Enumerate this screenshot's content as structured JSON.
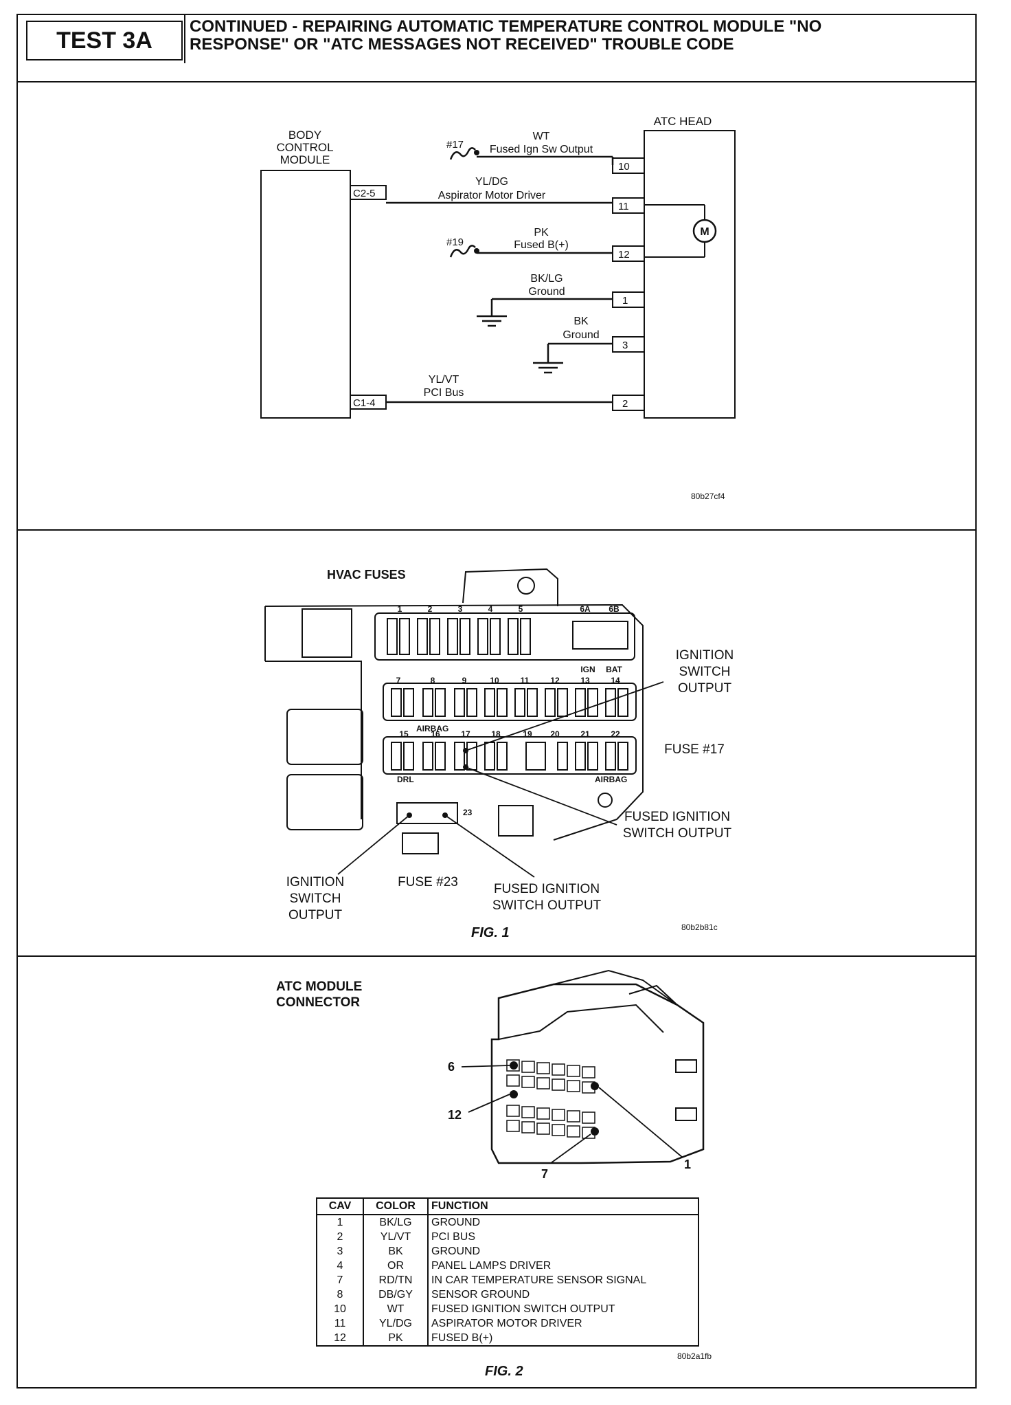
{
  "header": {
    "test_label": "TEST 3A",
    "title_line1": "CONTINUED - REPAIRING AUTOMATIC TEMPERATURE CONTROL MODULE \"NO",
    "title_line2": "RESPONSE\" OR \"ATC MESSAGES NOT RECEIVED\" TROUBLE CODE"
  },
  "schematic": {
    "bcm_label": [
      "BODY",
      "CONTROL",
      "MODULE"
    ],
    "atc_label": "ATC HEAD",
    "bcm_pins": [
      "C2-5",
      "C1-4"
    ],
    "circuits": [
      {
        "fuse": "#17",
        "color": "WT",
        "desc": "Fused Ign Sw Output",
        "pin": "10"
      },
      {
        "color": "YL/DG",
        "desc": "Aspirator Motor Driver",
        "pin": "11"
      },
      {
        "fuse": "#19",
        "color": "PK",
        "desc": "Fused B(+)",
        "pin": "12"
      },
      {
        "color": "BK/LG",
        "desc": "Ground",
        "pin": "1"
      },
      {
        "color": "BK",
        "desc": "Ground",
        "pin": "3"
      },
      {
        "color": "YL/VT",
        "desc": "PCI Bus",
        "pin": "2"
      }
    ],
    "motor_label": "M",
    "code": "80b27cf4"
  },
  "fig1": {
    "title": "HVAC FUSES",
    "row1_nums": [
      "1",
      "2",
      "3",
      "4",
      "5"
    ],
    "row1_big": [
      "6A",
      "6B"
    ],
    "row1_big_labels": [
      "IGN",
      "BAT"
    ],
    "row2_nums": [
      "7",
      "8",
      "9",
      "10",
      "11",
      "12",
      "13",
      "14"
    ],
    "row3_nums": [
      "15",
      "16",
      "17",
      "18",
      "19",
      "20",
      "21",
      "22"
    ],
    "airbag": "AIRBAG",
    "drl": "DRL",
    "fuse23_num": "23",
    "callouts": {
      "ign_sw_out_right": [
        "IGNITION",
        "SWITCH",
        "OUTPUT"
      ],
      "fuse17": "FUSE #17",
      "fused_ign_right": [
        "FUSED IGNITION",
        "SWITCH OUTPUT"
      ],
      "ign_sw_out_left": [
        "IGNITION",
        "SWITCH",
        "OUTPUT"
      ],
      "fuse23": "FUSE #23",
      "fused_ign_bottom": [
        "FUSED IGNITION",
        "SWITCH OUTPUT"
      ]
    },
    "caption": "FIG. 1",
    "code": "80b2b81c"
  },
  "fig2": {
    "title": [
      "ATC MODULE",
      "CONNECTOR"
    ],
    "pin_callouts": [
      "6",
      "12",
      "1",
      "7"
    ],
    "table": {
      "headers": [
        "CAV",
        "COLOR",
        "FUNCTION"
      ],
      "rows": [
        [
          "1",
          "BK/LG",
          "GROUND"
        ],
        [
          "2",
          "YL/VT",
          "PCI BUS"
        ],
        [
          "3",
          "BK",
          "GROUND"
        ],
        [
          "4",
          "OR",
          "PANEL LAMPS DRIVER"
        ],
        [
          "7",
          "RD/TN",
          "IN CAR TEMPERATURE SENSOR SIGNAL"
        ],
        [
          "8",
          "DB/GY",
          "SENSOR GROUND"
        ],
        [
          "10",
          "WT",
          "FUSED IGNITION SWITCH OUTPUT"
        ],
        [
          "11",
          "YL/DG",
          "ASPIRATOR MOTOR DRIVER"
        ],
        [
          "12",
          "PK",
          "FUSED B(+)"
        ]
      ]
    },
    "caption": "FIG. 2",
    "code": "80b2a1fb"
  }
}
